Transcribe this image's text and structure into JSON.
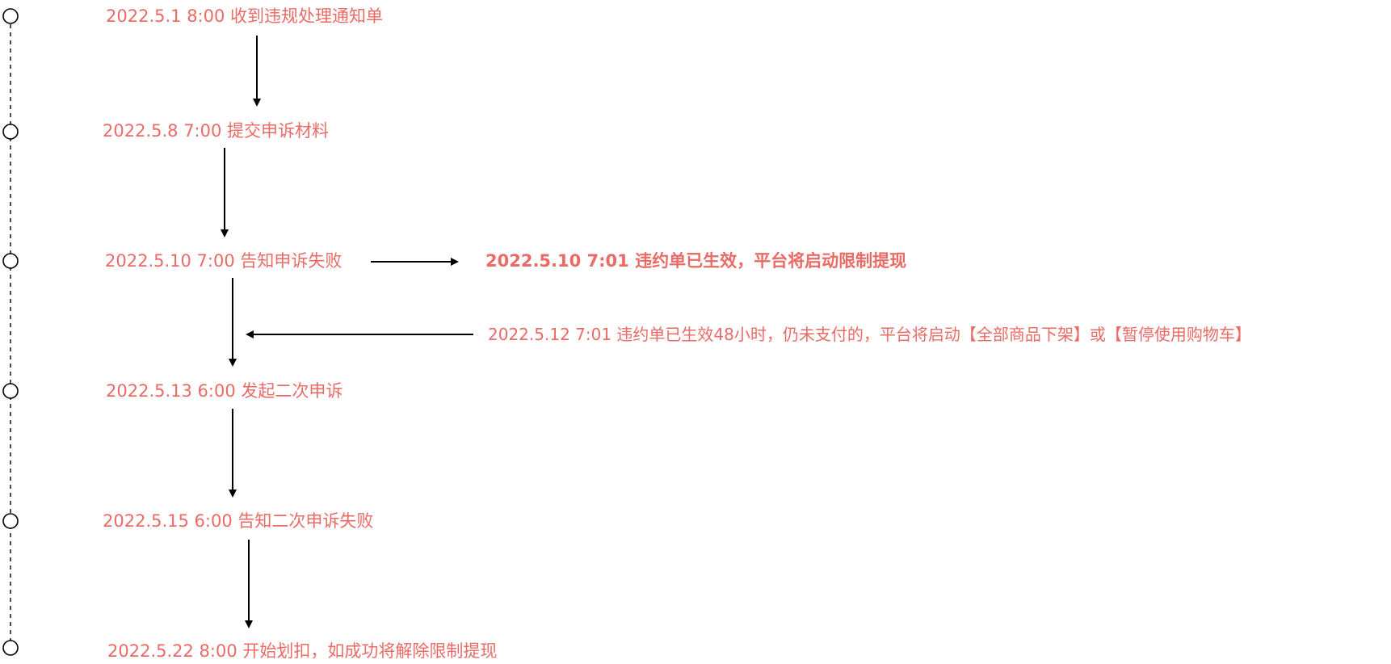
{
  "events": [
    {
      "id": "e1",
      "text": "2022.5.1 8:00 收到违规处理通知单"
    },
    {
      "id": "e2",
      "text": "2022.5.8 7:00 提交申诉材料"
    },
    {
      "id": "e3",
      "text": "2022.5.10 7:00 告知申诉失败"
    },
    {
      "id": "e4",
      "text": "2022.5.10 7:01 违约单已生效，平台将启动限制提现"
    },
    {
      "id": "e5",
      "text": "2022.5.12 7:01 违约单已生效48小时，仍未支付的，平台将启动【全部商品下架】或【暂停使用购物车】"
    },
    {
      "id": "e6",
      "text": "2022.5.13 6:00 发起二次申诉"
    },
    {
      "id": "e7",
      "text": "2022.5.15 6:00 告知二次申诉失败"
    },
    {
      "id": "e8",
      "text": "2022.5.22 8:00 开始划扣，如成功将解除限制提现"
    }
  ],
  "colors": {
    "event_text": "#ea6b66",
    "line": "#000000",
    "background": "#ffffff"
  }
}
